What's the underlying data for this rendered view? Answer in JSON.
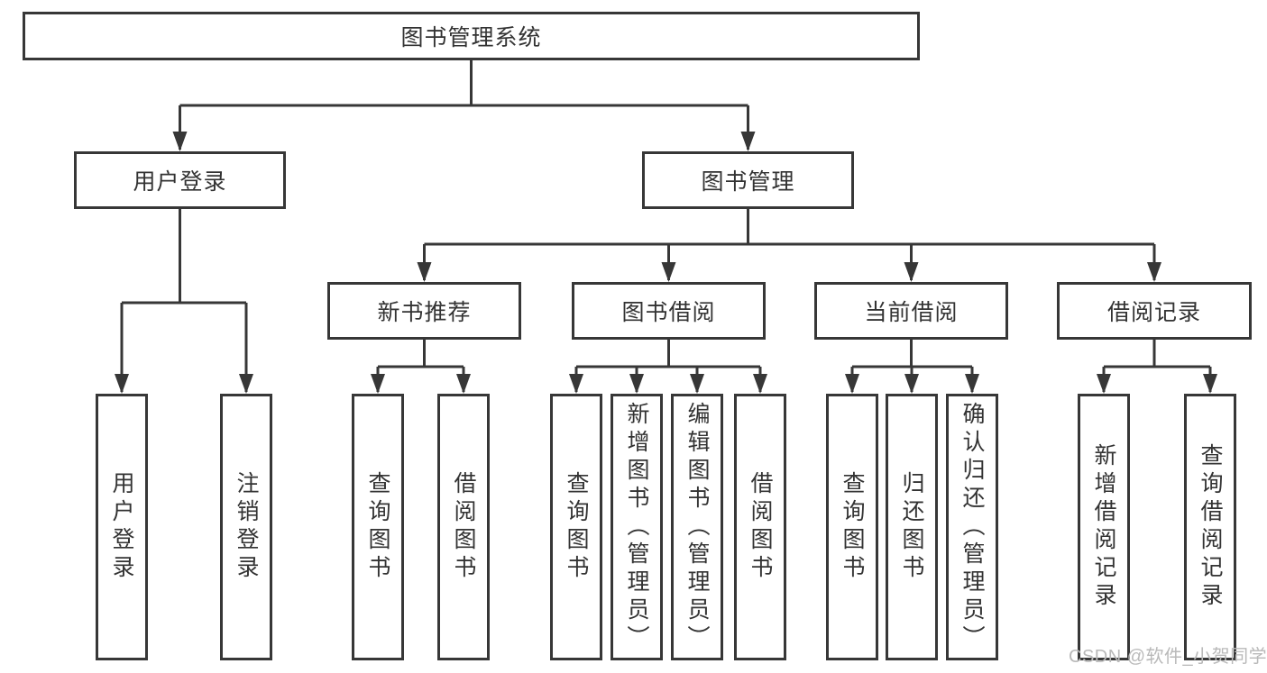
{
  "diagram": {
    "root": "图书管理系统",
    "user_branch": {
      "label": "用户登录",
      "children": [
        "用户登录",
        "注销登录"
      ]
    },
    "mgmt_branch": {
      "label": "图书管理",
      "groups": [
        {
          "label": "新书推荐",
          "children": [
            "查询图书",
            "借阅图书"
          ]
        },
        {
          "label": "图书借阅",
          "children": [
            "查询图书",
            "新增图书（管理员）",
            "编辑图书（管理员）",
            "借阅图书"
          ]
        },
        {
          "label": "当前借阅",
          "children": [
            "查询图书",
            "归还图书",
            "确认归还（管理员）"
          ]
        },
        {
          "label": "借阅记录",
          "children": [
            "新增借阅记录",
            "查询借阅记录"
          ]
        }
      ]
    }
  },
  "watermark": "CSDN @软件_小贺同学",
  "colors": {
    "line": "#373737",
    "text": "#333333",
    "watermark": "#b9b9b9",
    "background": "#ffffff"
  }
}
